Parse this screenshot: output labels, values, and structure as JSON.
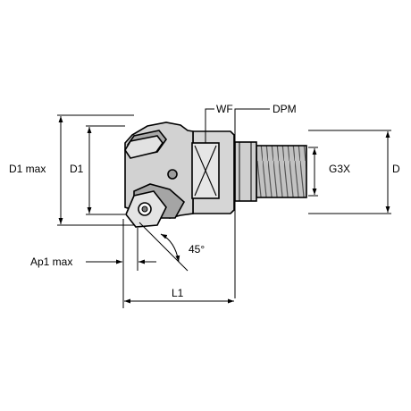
{
  "labels": {
    "d1_max": "D1 max",
    "d1": "D1",
    "wf": "WF",
    "dpm": "DPM",
    "g3x": "G3X",
    "d": "D",
    "ap1_max": "Ap1 max",
    "angle": "45°",
    "l1": "L1"
  },
  "colors": {
    "outline": "#000000",
    "body_fill": "#d4d4d4",
    "body_dark": "#9a9a9a",
    "thread_fill": "#b5b5b5",
    "background": "#ffffff"
  }
}
